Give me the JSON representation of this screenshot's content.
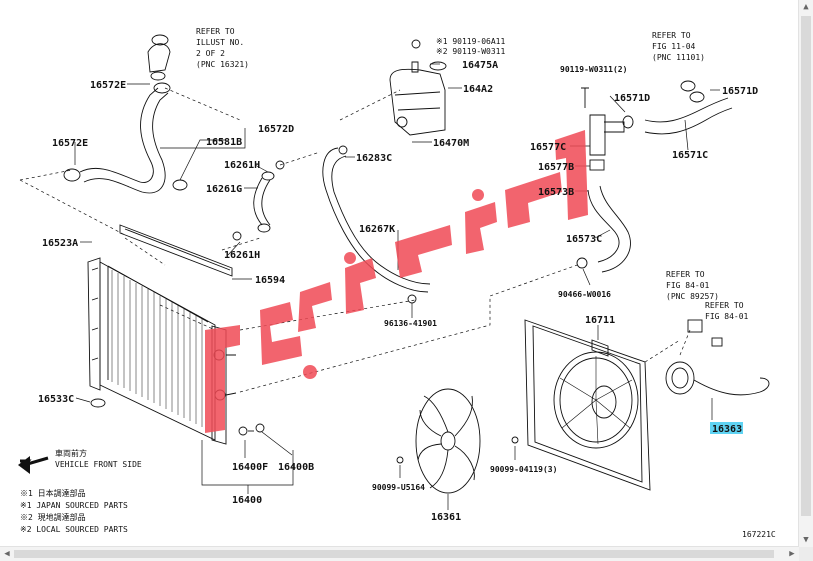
{
  "parts": {
    "p16572E_a": "16572E",
    "p16572E_b": "16572E",
    "p16572D": "16572D",
    "p16581B": "16581B",
    "p16261H_a": "16261H",
    "p16261G": "16261G",
    "p16261H_b": "16261H",
    "p16523A": "16523A",
    "p16594": "16594",
    "p16533C": "16533C",
    "p16400F": "16400F",
    "p16400B": "16400B",
    "p16400": "16400",
    "p16475A": "16475A",
    "p164A2": "164A2",
    "p16470M": "16470M",
    "p16283C": "16283C",
    "p16267K": "16267K",
    "p96136": "96136-41901",
    "p90119": "90119-W0311(2)",
    "p16571D_a": "16571D",
    "p16571D_b": "16571D",
    "p16571C": "16571C",
    "p16577C": "16577C",
    "p16577B": "16577B",
    "p16573B": "16573B",
    "p16573C": "16573C",
    "p90466": "90466-W0016",
    "p16711": "16711",
    "p16363": "16363",
    "p16361": "16361",
    "p90099_a": "90099-U5164",
    "p90099_b": "90099-04119(3)"
  },
  "notes": {
    "refer_illust_1": "REFER TO",
    "refer_illust_2": "ILLUST NO.",
    "refer_illust_3": "2 OF 2",
    "refer_illust_4": "(PNC 16321)",
    "cap_1": "※1 90119-06A11",
    "cap_2": "※2 90119-W0311",
    "refer_fig1_1": "REFER TO",
    "refer_fig1_2": "FIG 11-04",
    "refer_fig1_3": "(PNC 11101)",
    "refer_fig2_1": "REFER TO",
    "refer_fig2_2": "FIG 84-01",
    "refer_fig2_3": "(PNC 89257)",
    "refer_fig3_1": "REFER TO",
    "refer_fig3_2": "FIG 84-01"
  },
  "legend": {
    "front_jp": "車両前方",
    "front_en": "VEHICLE FRONT SIDE",
    "l1": "※1 日本調達部品",
    "l2": "※1 JAPAN SOURCED PARTS",
    "l3": "※2 現地調達部品",
    "l4": "※2 LOCAL SOURCED PARTS"
  },
  "figure_code": "167221C",
  "watermark": "ماتور ذال",
  "colors": {
    "highlight": "#5fd3f3",
    "watermark": "#f04a55"
  }
}
